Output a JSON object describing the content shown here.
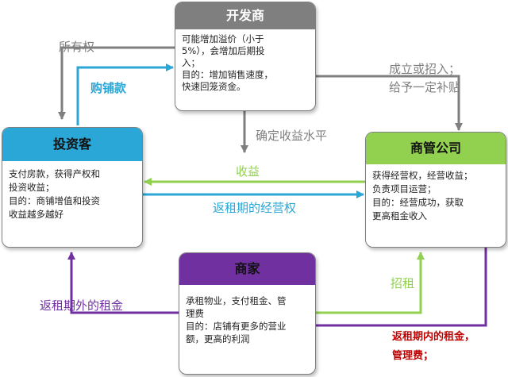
{
  "colors": {
    "gray": "#7f7f7f",
    "blue": "#2aa7d6",
    "green": "#92d050",
    "purple": "#7030a0",
    "red": "#c00000"
  },
  "boxes": {
    "developer": {
      "title": "开发商",
      "lines": [
        "可能增加溢价（小于",
        "5%），会增加后期投",
        "入；",
        "目的：增加销售速度，",
        "快速回笼资金。"
      ]
    },
    "investor": {
      "title": "投资客",
      "lines": [
        "支付房款，获得产权和",
        "投资收益；",
        "目的：商铺增值和投资",
        "收益越多越好"
      ]
    },
    "management": {
      "title": "商管公司",
      "lines": [
        "获得经营权，经营收益；",
        "负责项目运营；",
        "目的：经营成功，获取",
        "更高租金收入"
      ]
    },
    "merchant": {
      "title": "商家",
      "lines": [
        "承租物业，支付租金、管",
        "理费",
        "目的：店铺有更多的营业",
        "额，更高的利润"
      ]
    }
  },
  "labels": {
    "ownership": "所有权",
    "shop_payment": "购铺款",
    "establish_1": "成立或招入；",
    "establish_2": "给予一定补贴",
    "confirm_yield": "确定收益水平",
    "income": "收益",
    "lease_right": "返租期的经营权",
    "recruit": "招租",
    "rent_outside": "返租期外的租金",
    "rent_inside_1": "返租期内的租金，",
    "rent_inside_2": "管理费；"
  }
}
